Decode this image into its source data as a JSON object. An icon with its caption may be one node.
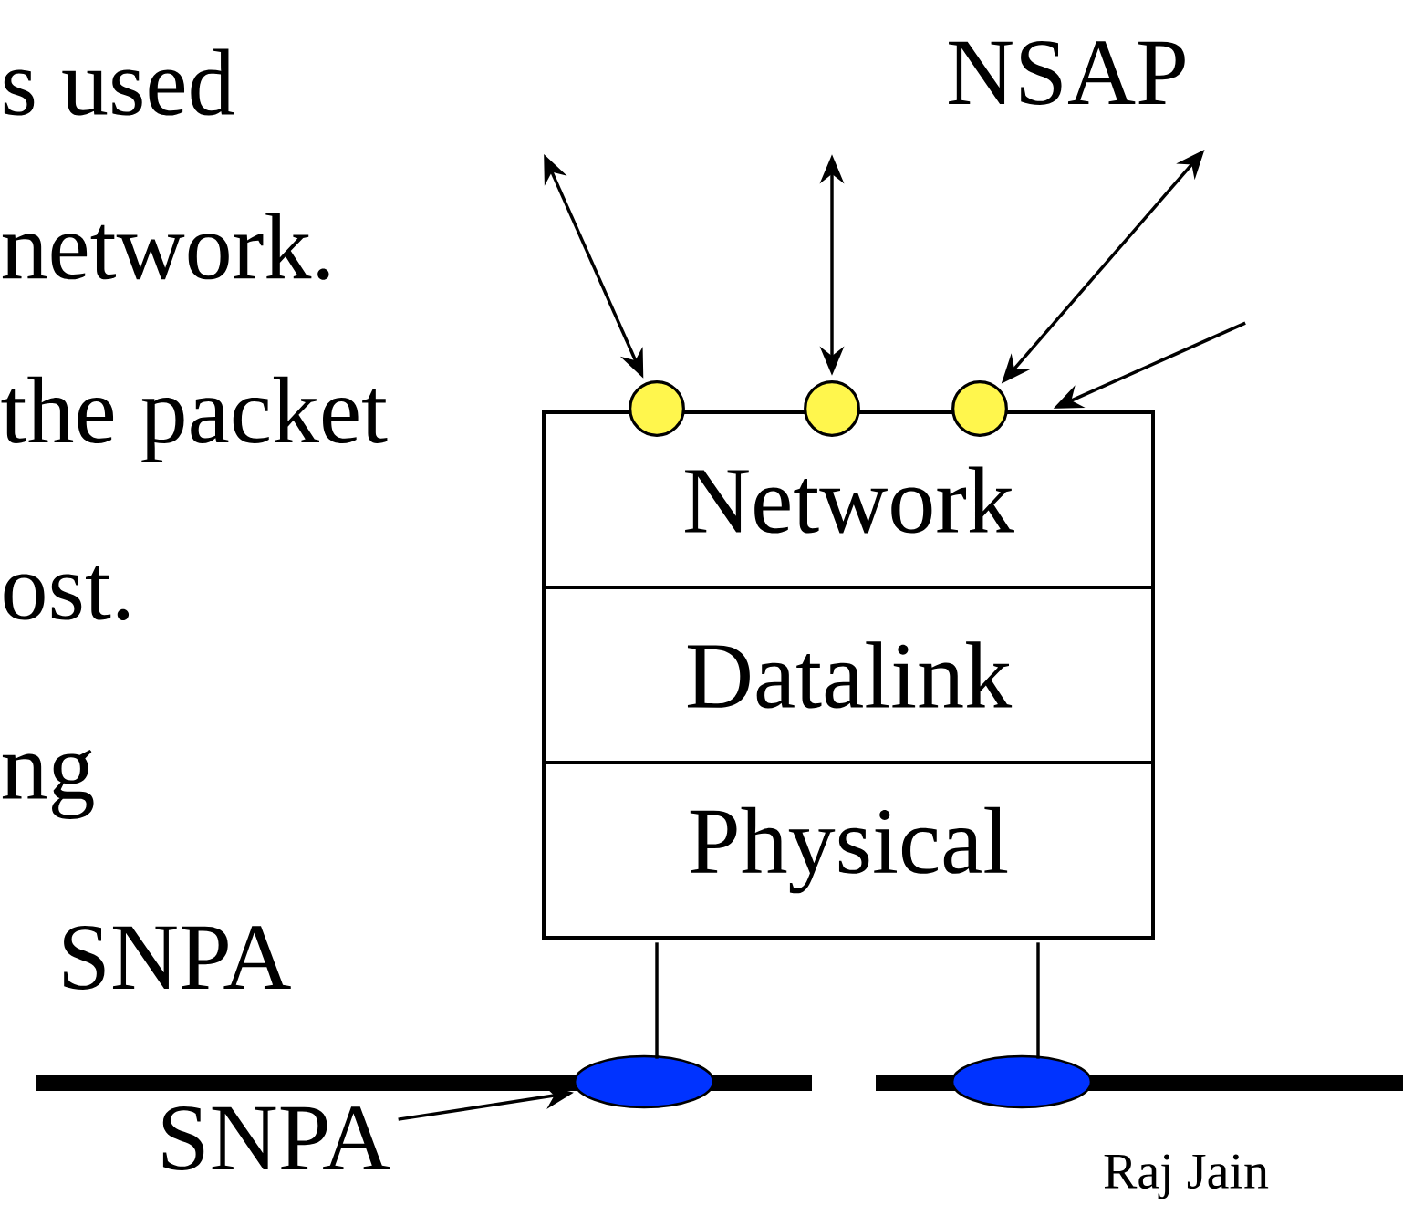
{
  "diagram": {
    "nodes": [
      {
        "text": [
          "Network"
        ]
      },
      {
        "text": [
          "Datalink"
        ]
      },
      {
        "text": [
          "Physical"
        ]
      },
      {
        "text": [],
        "shape": "circle"
      },
      {
        "text": [],
        "shape": "circle"
      },
      {
        "text": [],
        "shape": "circle"
      },
      {
        "text": [],
        "shape": "ellipse"
      },
      {
        "text": [],
        "shape": "ellipse"
      },
      {
        "text": [
          "SNPA"
        ]
      }
    ],
    "edges": [
      {
        "from": null,
        "to": 3,
        "arrow": "both"
      },
      {
        "from": null,
        "to": 4,
        "arrow": "both"
      },
      {
        "from": null,
        "to": 5,
        "arrow": "both"
      },
      {
        "from": null,
        "to": 0,
        "arrow": "to"
      },
      {
        "from": 2,
        "to": 6,
        "arrow": "none"
      },
      {
        "from": 2,
        "to": 7,
        "arrow": "none"
      },
      {
        "from": 8,
        "to": 6,
        "arrow": "to"
      }
    ],
    "labels": [
      "s used",
      "network.",
      "the packet",
      "ost.",
      "ng",
      "SNPA",
      "NSAP",
      "Raj Jain"
    ]
  }
}
